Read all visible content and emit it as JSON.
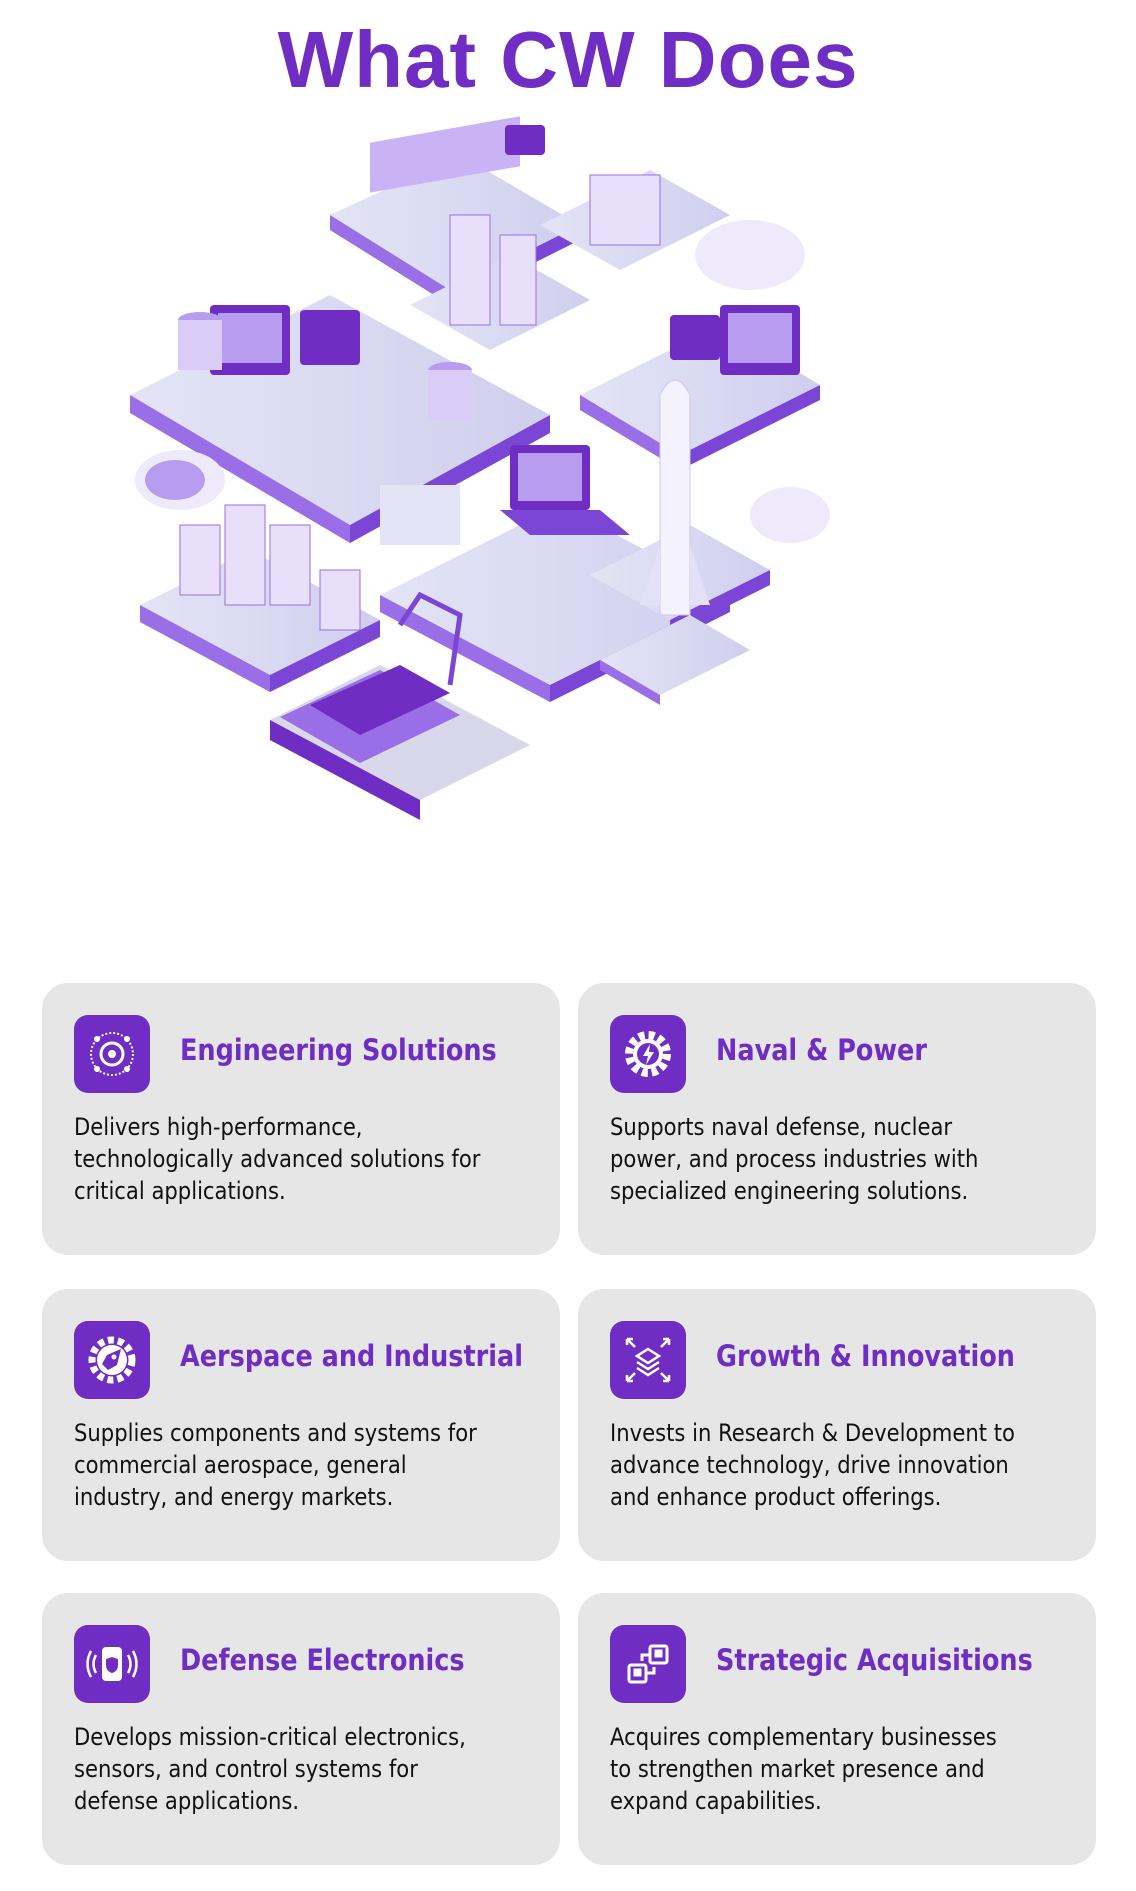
{
  "title": "What CW Does",
  "colors": {
    "accent": "#6f2dc4",
    "card_bg": "#e6e6e6",
    "light_purple": "#b79cf0",
    "platform": "#dcdcf2"
  },
  "cards": [
    {
      "icon": "circuit-gear-icon",
      "heading": "Engineering Solutions",
      "body": "Delivers high-performance, technologically advanced solutions for critical applications."
    },
    {
      "icon": "gear-lightning-icon",
      "heading": "Naval & Power",
      "body": "Supports naval defense, nuclear power, and process industries with specialized engineering solutions."
    },
    {
      "icon": "gear-rocket-icon",
      "heading": "Aerspace and Industrial",
      "body": "Supplies components and systems for commercial aerospace, general industry, and energy markets."
    },
    {
      "icon": "layers-expand-icon",
      "heading": "Growth & Innovation",
      "body": "Invests in Research & Development to advance technology, drive innovation and enhance product offerings."
    },
    {
      "icon": "shield-signal-icon",
      "heading": "Defense Electronics",
      "body": "Develops mission-critical electronics, sensors, and control systems for defense applications."
    },
    {
      "icon": "boxes-acquisition-icon",
      "heading": "Strategic Acquisitions",
      "body": "Acquires complementary businesses to strengthen market presence and expand capabilities."
    }
  ]
}
